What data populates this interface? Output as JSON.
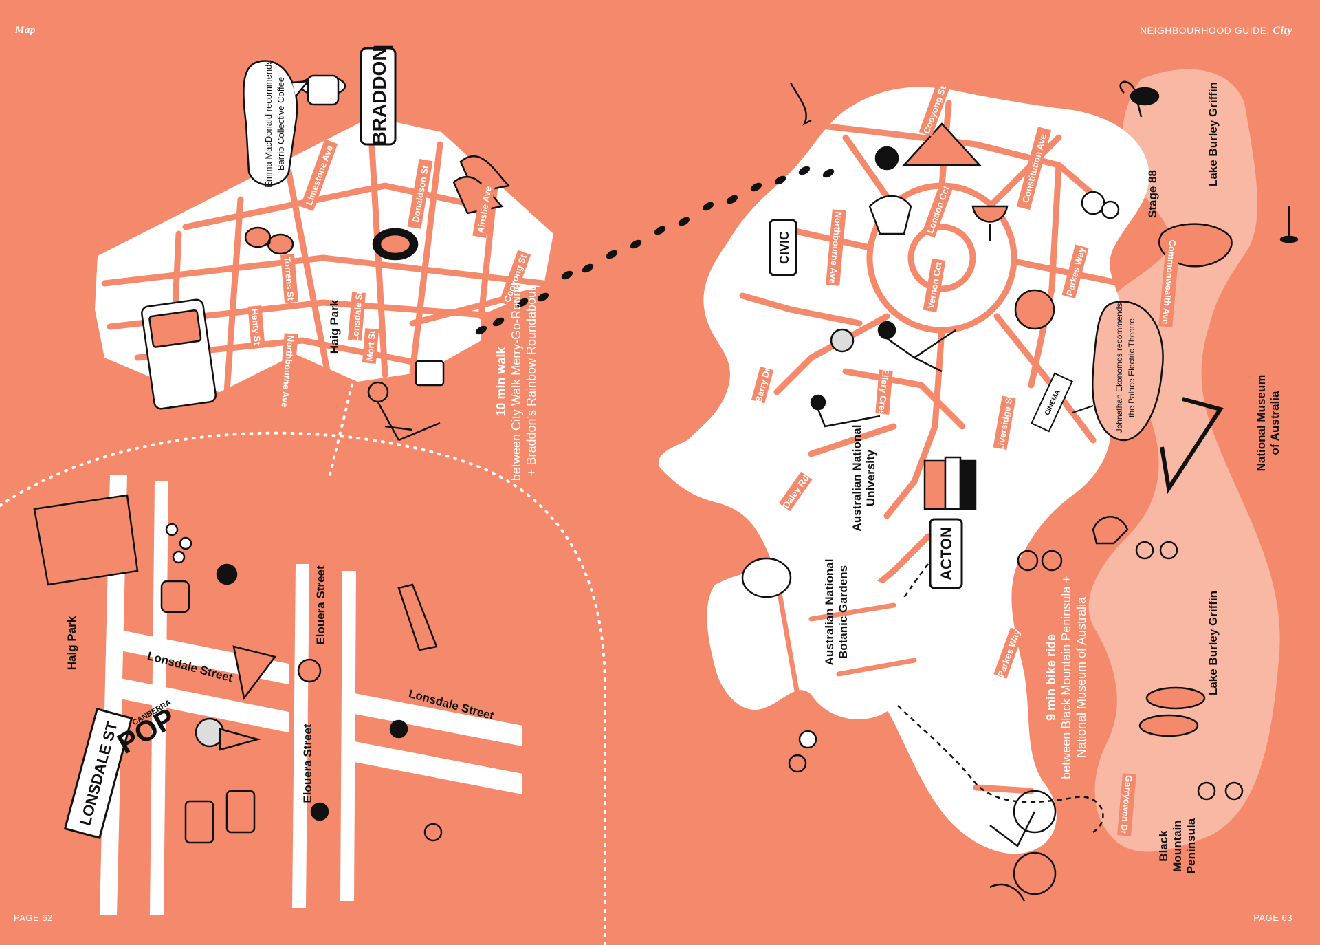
{
  "header": {
    "section": "Map",
    "guide_label": "NEIGHBOURHOOD GUIDE:",
    "guide_city": "City"
  },
  "footer": {
    "page_left": "PAGE 62",
    "page_right": "PAGE 63"
  },
  "colors": {
    "background": "#f4896b",
    "land": "#ffffff",
    "lake": "#f9b8a3",
    "road": "#f4896b",
    "ink": "#111111"
  },
  "street_labels": {
    "limestone": "Limestone Ave",
    "donaldson": "Donaldson St",
    "ainslie": "Ainslie Ave",
    "torrens": "Torrens St",
    "henty": "Henty St",
    "lonsdale_small": "Lonsdale St",
    "mort": "Mort St",
    "northbourne_left": "Northbourne Ave",
    "cooyong_left": "Cooyong St",
    "cooyong_right": "Cooyong St",
    "constitution": "Constitution Ave",
    "london": "London Cct",
    "northbourne_right": "Northbourne Ave",
    "vernon": "Vernon Cct",
    "parkes_top": "Parkes Way",
    "commonwealth": "Commonwealth Ave",
    "barry": "Barry Dr",
    "ellery": "Ellery Cres",
    "liversidge": "Liversidge St",
    "daley": "Daley Rd",
    "parkes_bottom": "Parkes Way",
    "garryowen": "Garryowen Dr"
  },
  "place_labels": {
    "haig_park_top": "Haig Park",
    "haig_park_inset": "Haig Park",
    "lonsdale_street_a": "Lonsdale Street",
    "lonsdale_street_b": "Lonsdale Street",
    "elouera_a": "Elouera Street",
    "elouera_b": "Elouera Street",
    "lake_top": "Lake Burley Griffin",
    "lake_bottom": "Lake Burley Griffin",
    "stage88": "Stage 88",
    "nma_l1": "National Museum",
    "nma_l2": "of Australia",
    "anu_l1": "Australian National",
    "anu_l2": "University",
    "botanic_l1": "Australian National",
    "botanic_l2": "Botanic Gardens",
    "bmp_l1": "Black",
    "bmp_l2": "Mountain",
    "bmp_l3": "Peninsula"
  },
  "signs": {
    "braddon": "BRADDON",
    "civic": "CIVIC",
    "acton": "ACTON",
    "lonsdale": "LONSDALE ST",
    "pop": "POP",
    "canberra": "CANBERRA",
    "cinema": "CINEMA"
  },
  "callouts": {
    "emma_l1": "Emma MacDonald recommends",
    "emma_l2": "Barrio Collective Coffee",
    "johnathan_l1": "Johnathan Ekonomos recommends",
    "johnathan_l2": "the Palace Electric Theatre"
  },
  "notes": {
    "walk_l1": "10 min walk",
    "walk_l2": "between City Walk Merry-Go-Round",
    "walk_l3": "+ Braddon's Rainbow Roundabout",
    "bike_l1": "9 min bike ride",
    "bike_l2": "between Black Mountain Peninsula +",
    "bike_l3": "National Museum of Australia"
  }
}
